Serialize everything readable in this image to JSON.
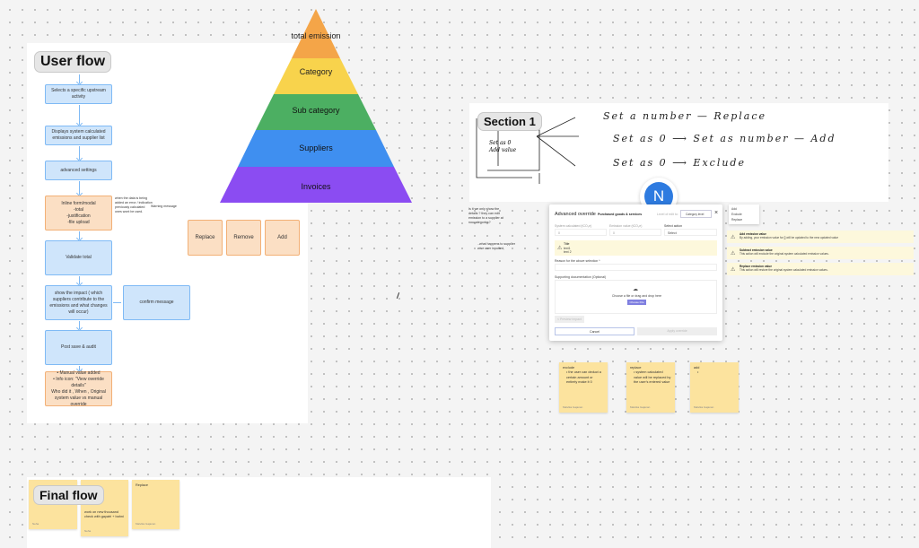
{
  "user_flow": {
    "title": "User flow",
    "steps": [
      "Selects a specific upstream activity",
      "Displays system calculated emissions and supplier list",
      "advanced settings",
      "Inline form/modal\n-total\n-justification\n-file upload",
      "Validate total",
      "show the impact ( which suppliers contribute to the emissions and what changes will occur)",
      "Post save & audit",
      "• Manual value added\n• Info icon: \"View override details\"\nWho did it , When , Original system value vs manual override"
    ],
    "side_note": "when the data is being added an error / indication previously calculated ones wont be used.",
    "warning_label": "Warning message",
    "confirm": "confirm message",
    "options": [
      "Replace",
      "Remove",
      "Add"
    ]
  },
  "pyramid": {
    "levels": [
      "total emission",
      "Category",
      "Sub category",
      "Suppliers",
      "Invoices"
    ],
    "colors": [
      "#f4a548",
      "#f8d34c",
      "#4caf62",
      "#3f8ff0",
      "#8b4cf2"
    ]
  },
  "section1": {
    "title": "Section 1",
    "box_text": "Set as 0\nAdd value",
    "lines": [
      "Set a number — Replace",
      "Set as 0 ⟶ Set as number — Add",
      "Set as 0 ⟶ Exclude"
    ],
    "avatar": "N"
  },
  "notes": {
    "q1": "Is it we only show the details ? they can edit emission to a supplier at noucategories?",
    "q2": "..what happens to supplier wise user inputted,"
  },
  "modal": {
    "title": "Advanced override",
    "category": "Purchased goods & services",
    "level_label": "Level of edit to:",
    "level_value": "Category level",
    "close": "×",
    "field1_label": "System calculated (tCO₂e)",
    "field1_value": "0",
    "field2_label": "Emission value (tCO₂e)",
    "field2_value": "0",
    "field3_label": "Select action",
    "field3_value": "Select",
    "alert_title": "Title",
    "alert_l1": "text1",
    "alert_l2": "text 2",
    "reason_label": "Reason for the above selection *",
    "docs_label": "Supporting documentation (Optional)",
    "drop_text": "Choose a file or drag and drop here",
    "choose_file": "Choose File",
    "preview": "< Preview impact",
    "cancel": "Cancel",
    "apply": "Apply override"
  },
  "dropdown": [
    "Add",
    "Exclude",
    "Replace"
  ],
  "warnings": [
    {
      "title": "Add emission value",
      "text": "By adding, your emission value for [] will be updated to the new updated value"
    },
    {
      "title": "Subtract emission value",
      "text": "This action will exclude the original system calculated emission values."
    },
    {
      "title": "Replace emission value",
      "text": "This action will restore the original system calculated emission values."
    }
  ],
  "stickies": [
    {
      "title": "exclude",
      "bullet": "the user can deduct a certain amount or entirely make it 0",
      "author": "Malvika Gajanan"
    },
    {
      "title": "replace",
      "bullet": "system calculated value will be replaced by the user's entered value",
      "author": "Malvika Gajanan"
    },
    {
      "title": "add",
      "bullet": "",
      "author": "Malvika Gajanan"
    }
  ],
  "final_flow": {
    "title": "Final flow",
    "stickies": [
      {
        "text": "",
        "author": "Neha"
      },
      {
        "text": "work on new thousand check with gayatri + bahni",
        "author": "Neha"
      },
      {
        "text": "Replace",
        "author": "Malvika Gajanan"
      }
    ]
  }
}
